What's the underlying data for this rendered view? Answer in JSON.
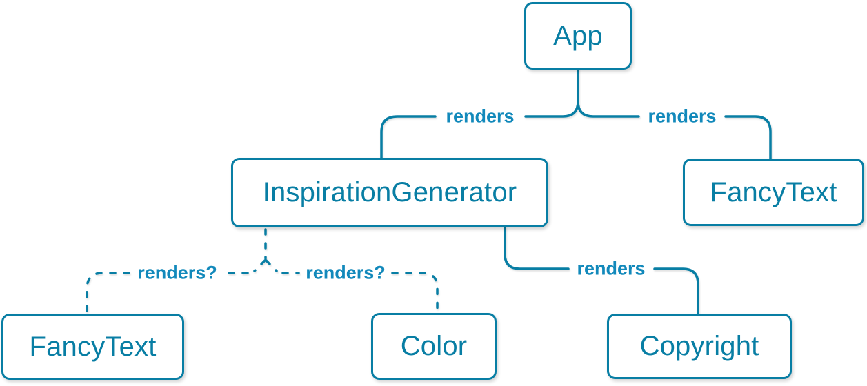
{
  "diagram": {
    "description": "React component render tree",
    "colors": {
      "accent": "#087ea4",
      "edge_label": "#1289bb",
      "node_background": "#ffffff",
      "page_background": "#ffffff"
    },
    "nodes": [
      {
        "id": "app",
        "label": "App"
      },
      {
        "id": "inspiration-generator",
        "label": "InspirationGenerator"
      },
      {
        "id": "fancy-text-top",
        "label": "FancyText"
      },
      {
        "id": "fancy-text-bottom",
        "label": "FancyText"
      },
      {
        "id": "color",
        "label": "Color"
      },
      {
        "id": "copyright",
        "label": "Copyright"
      }
    ],
    "edges": [
      {
        "from": "App",
        "to": "InspirationGenerator",
        "label": "renders",
        "style": "solid"
      },
      {
        "from": "App",
        "to": "FancyText",
        "label": "renders",
        "style": "solid"
      },
      {
        "from": "InspirationGenerator",
        "to": "FancyText",
        "label": "renders?",
        "style": "dashed"
      },
      {
        "from": "InspirationGenerator",
        "to": "Color",
        "label": "renders?",
        "style": "dashed"
      },
      {
        "from": "InspirationGenerator",
        "to": "Copyright",
        "label": "renders",
        "style": "solid"
      }
    ]
  }
}
